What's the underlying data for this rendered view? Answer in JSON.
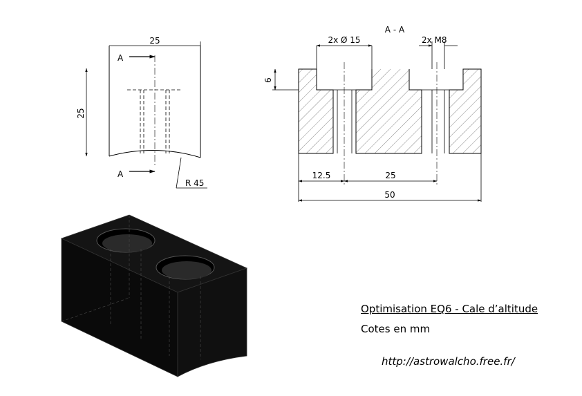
{
  "front_view": {
    "section_marker": "A",
    "width_dim": "25",
    "height_dim": "25",
    "radius_dim": "R 45"
  },
  "section_view": {
    "title": "A - A",
    "counterbore_callout": "2x Ø 15",
    "thread_callout": "2x M8",
    "depth_dim": "6",
    "edge_to_hole_dim": "12.5",
    "hole_spacing_dim": "25",
    "overall_width_dim": "50"
  },
  "title_block": {
    "title": "Optimisation EQ6 - Cale d’altitude",
    "units": "Cotes en mm",
    "url": "http://astrowalcho.free.fr/"
  }
}
